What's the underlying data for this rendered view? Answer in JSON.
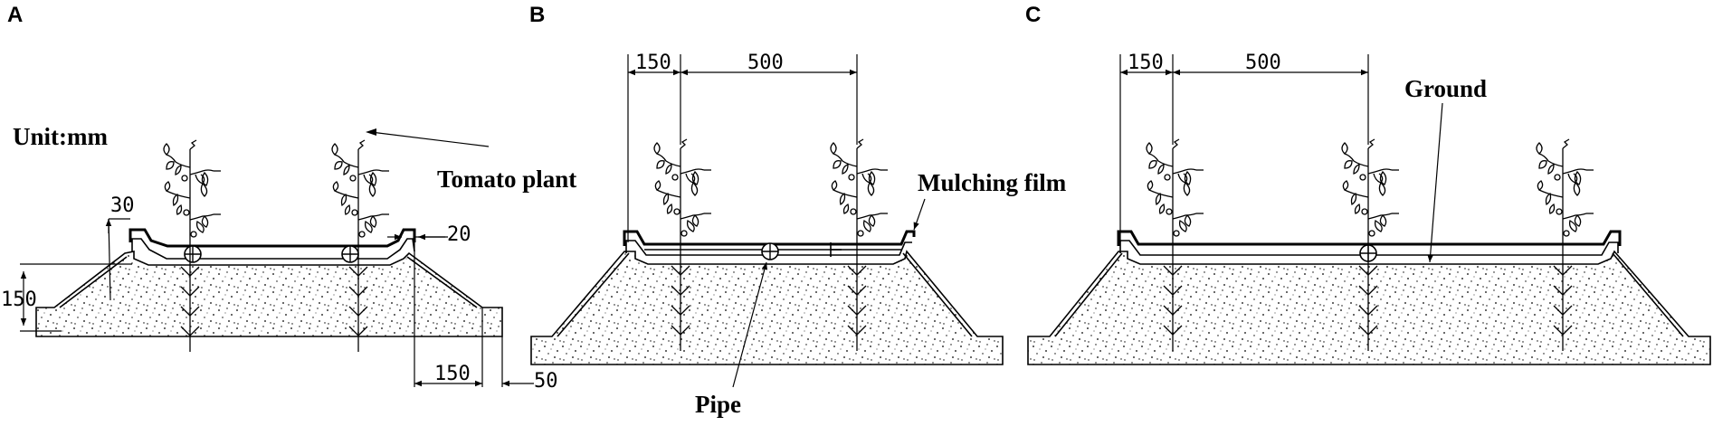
{
  "panels": [
    {
      "label": "A",
      "texts": {
        "unit": "Unit:mm",
        "tomato": "Tomato plant"
      },
      "dims": {
        "d30": "30",
        "d20": "20",
        "d150v": "150",
        "d150h": "150",
        "d50": "50"
      }
    },
    {
      "label": "B",
      "texts": {
        "mulch": "Mulching film",
        "pipe": "Pipe"
      },
      "dims": {
        "d150": "150",
        "d500": "500"
      }
    },
    {
      "label": "C",
      "texts": {
        "ground": "Ground"
      },
      "dims": {
        "d150": "150",
        "d500": "500"
      }
    }
  ],
  "colors": {
    "ink": "#000000",
    "background": "#ffffff"
  }
}
